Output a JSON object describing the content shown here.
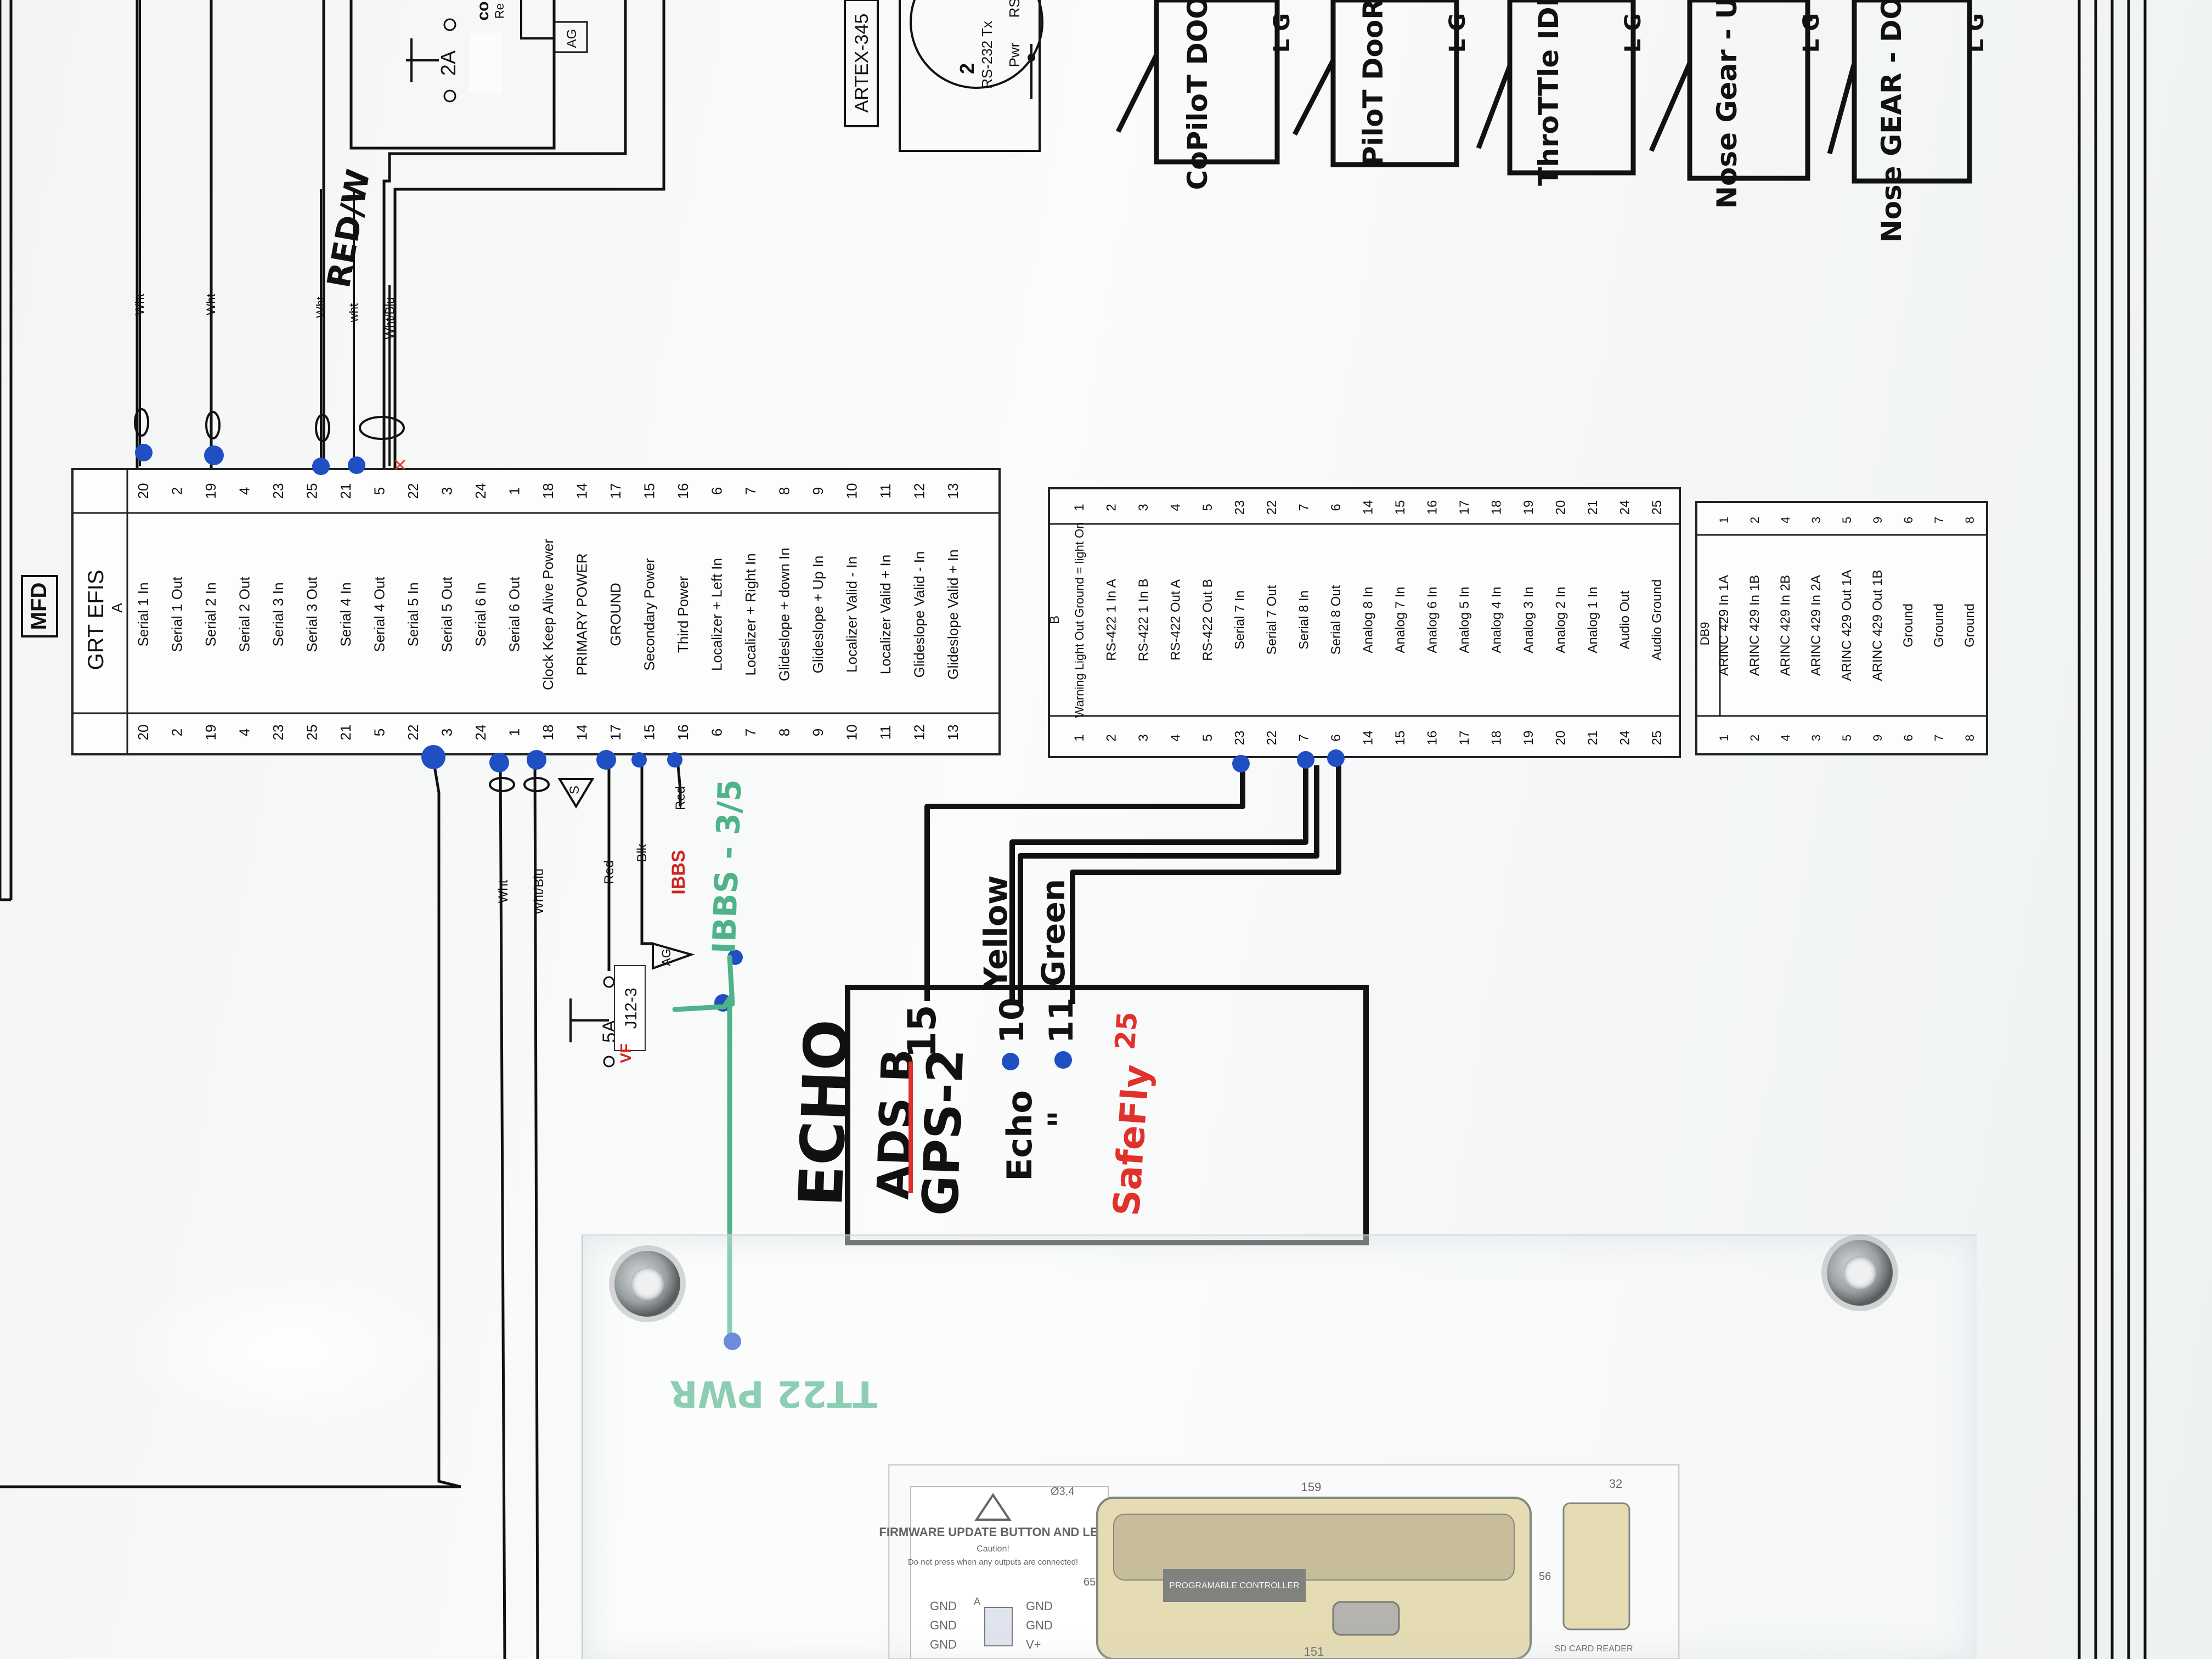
{
  "mfd_label": "MFD",
  "efis": {
    "title": "GRT EFIS",
    "col_a_label": "A",
    "pins_left": [
      "20",
      "2",
      "19",
      "4",
      "23",
      "25",
      "21",
      "5",
      "22",
      "3",
      "24",
      "1",
      "18",
      "14",
      "17",
      "15",
      "16",
      "6",
      "7",
      "8",
      "9",
      "10",
      "11",
      "12",
      "13"
    ],
    "signals": [
      "Serial 1 In",
      "Serial 1 Out",
      "Serial 2 In",
      "Serial 2 Out",
      "Serial 3 In",
      "Serial 3 Out",
      "Serial 4 In",
      "Serial 4 Out",
      "Serial 5 In",
      "Serial 5 Out",
      "Serial 6 In",
      "Serial 6 Out",
      "Clock Keep Alive Power",
      "PRIMARY POWER",
      "GROUND",
      "Secondary Power",
      "Third Power",
      "Localizer + Left In",
      "Localizer + Right In",
      "Glideslope + down In",
      "Glideslope + Up In",
      "Localizer Valid - In",
      "Localizer Valid + In",
      "Glideslope Valid - In",
      "Glideslope Valid + In"
    ],
    "pins_right": [
      "20",
      "2",
      "19",
      "4",
      "23",
      "25",
      "21",
      "5",
      "22",
      "3",
      "24",
      "1",
      "18",
      "14",
      "17",
      "15",
      "16",
      "6",
      "7",
      "8",
      "9",
      "10",
      "11",
      "12",
      "13"
    ]
  },
  "conn_b": {
    "title": "B",
    "pins_left": [
      "1",
      "2",
      "3",
      "4",
      "5",
      "23",
      "22",
      "7",
      "6",
      "14",
      "15",
      "16",
      "17",
      "18",
      "19",
      "20",
      "21",
      "24",
      "25"
    ],
    "signals": [
      "Warning Light Out Ground = light On",
      "RS-422 1 In A",
      "RS-422 1 In B",
      "RS-422 Out A",
      "RS-422 Out B",
      "Serial 7 In",
      "Serial 7 Out",
      "Serial 8 In",
      "Serial 8 Out",
      "Analog 8 In",
      "Analog 7 In",
      "Analog 6 In",
      "Analog 5 In",
      "Analog 4 In",
      "Analog 3 In",
      "Analog 2 In",
      "Analog 1 In",
      "Audio Out",
      "Audio Ground"
    ],
    "pins_right": [
      "1",
      "2",
      "3",
      "4",
      "5",
      "23",
      "22",
      "7",
      "6",
      "14",
      "15",
      "16",
      "17",
      "18",
      "19",
      "20",
      "21",
      "24",
      "25"
    ]
  },
  "db9": {
    "title": "DB9",
    "pins_left": [
      "1",
      "2",
      "4",
      "3",
      "5",
      "9",
      "6",
      "7",
      "8"
    ],
    "signals": [
      "ARINC 429 In 1A",
      "ARINC 429 In 1B",
      "ARINC 429 In 2B",
      "ARINC 429 In 2A",
      "ARINC 429 Out 1A",
      "ARINC 429 Out 1B",
      "Ground",
      "Ground",
      "Ground"
    ],
    "pins_right": [
      "1",
      "2",
      "4",
      "3",
      "5",
      "9",
      "6",
      "7",
      "8"
    ]
  },
  "wire_labels": {
    "wht": "Wht",
    "wht_blu": "Wht/Blu",
    "red": "Red",
    "blk": "Blk",
    "wht_small": "wht",
    "ag": "AG",
    "s": "S"
  },
  "breakers": {
    "top_2a": "2A",
    "top_co": "co",
    "top_re": "Re",
    "top_ag": "AG",
    "bottom_5a": "5A",
    "bottom_j12": "J12-3",
    "bottom_vf": "VF"
  },
  "artex": {
    "label": "ARTEX-345",
    "pin": "2",
    "rs232": "RS-232 Tx",
    "pwr": "Pwr",
    "rs": "RS-"
  },
  "ibbs_red": "IBBS",
  "handwritten": {
    "red_w": "RED/W",
    "ibbs_green": "IBBS - 3/5",
    "tt22": "TT22 PWR",
    "yellow": "Yellow",
    "green": "Green",
    "echo": "ECHO",
    "adsb": "ADS B",
    "gps2": "GPS-2",
    "echo_line": "Echo",
    "ditto": "\"",
    "pin15": "15",
    "pin10": "10",
    "pin11": "11",
    "safefly": "SafeFly",
    "safefly_pin": "25",
    "switches": [
      "CoPiloT DOOR",
      "PiloT DooR",
      "ThroTTle IDle",
      "Nose Gear - UP -",
      "Nose GEAR - DOWN -"
    ],
    "lg": "L G"
  },
  "controller": {
    "firmware_title": "FIRMWARE UPDATE BUTTON AND LED",
    "caution": "Caution!",
    "caution_text": "Do not press when any outputs are connected!",
    "gnd": "GND",
    "a": "A",
    "v": "V+",
    "dim_d": "Ø3,4",
    "dim_159": "159",
    "dim_32": "32",
    "dim_65": "65",
    "dim_56": "56",
    "dim_151": "151",
    "product": "PROGRAMABLE CONTROLLER",
    "sd": "SD CARD READER"
  },
  "colors": {
    "ink": "#111111",
    "blue_marker": "#1f4fc2",
    "green_marker": "#4fb38a",
    "red_marker": "#e0322a",
    "printed_red": "#d2231f"
  }
}
